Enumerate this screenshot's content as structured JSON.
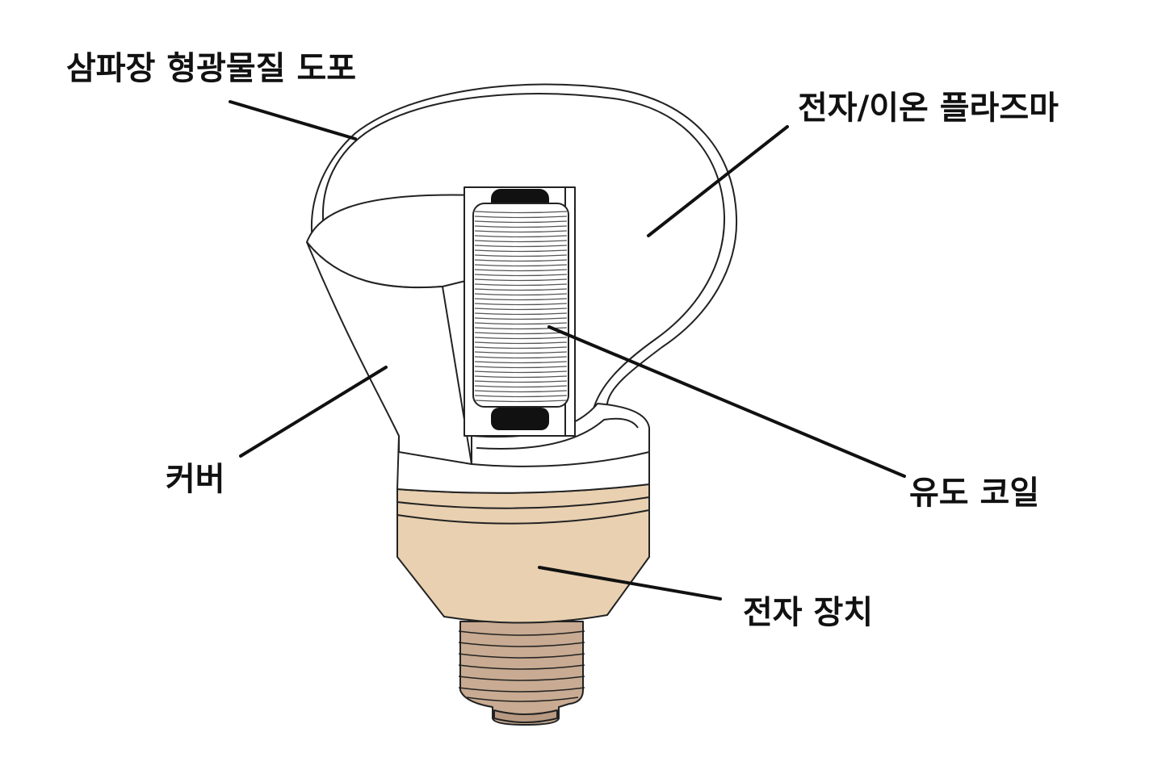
{
  "labels": {
    "phosphor_coating": "삼파장 형광물질 도포",
    "plasma": "전자/이온 플라즈마",
    "cover": "커버",
    "induction_coil": "유도 코일",
    "electronics": "전자 장치"
  },
  "colors": {
    "glass": "#ffffff",
    "outline": "#222222",
    "base_band": "#e8d0b0",
    "screw_thread": "#c8ab92",
    "core_cap": "#111111",
    "coil_line": "#555555"
  }
}
